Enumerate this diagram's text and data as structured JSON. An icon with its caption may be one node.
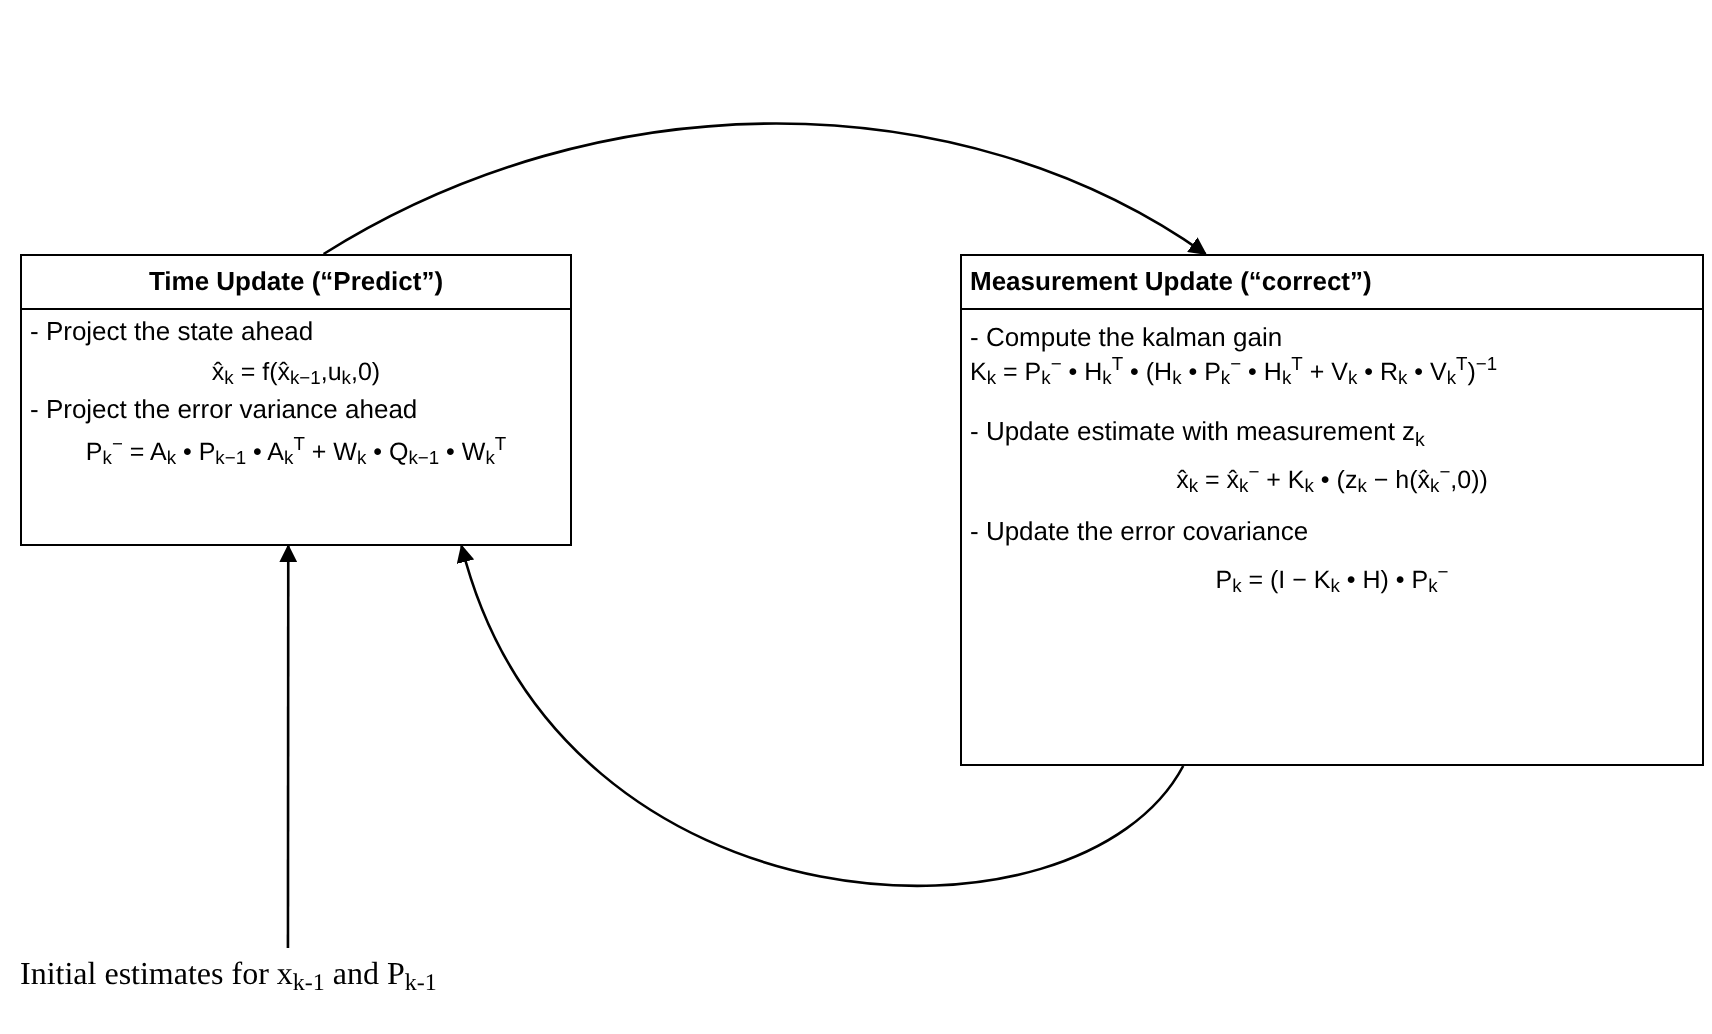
{
  "diagram": {
    "nodes": [
      {
        "text": [
          "Time Update (“Predict”)",
          "- Project the state ahead",
          "x̂$_{k}$ = f(x̂$_{k−1}$,u$_{k}$,0)",
          "- Project the error variance ahead",
          "P$_{k}$$^{−}$ = A$_{k}$ • P$_{k−1}$ • A$_{k}$$^{T}$ + W$_{k}$ • Q$_{k−1}$ • W$_{k}$$^{T}$"
        ]
      },
      {
        "text": [
          "Measurement Update (“correct”)",
          "- Compute the kalman gain",
          "K$_{k}$ = P$_{k}$$^{−}$ • H$_{k}$$^{T}$ • (H$_{k}$ • P$_{k}$$^{−}$ • H$_{k}$$^{T}$ + V$_{k}$ • R$_{k}$ • V$_{k}$$^{T}$)$^{−1}$",
          "- Update estimate with measurement z$_{k}$",
          "x̂$_{k}$ = x̂$_{k}$$^{−}$ + K$_{k}$ • (z$_{k}$ − h(x̂$_{k}$$^{−}$,0))",
          "- Update the error covariance",
          "P$_{k}$ = (I − K$_{k}$ • H) • P$_{k}$$^{−}$"
        ]
      },
      {
        "text": [
          "Initial estimates for x$_{k-1}$ and P$_{k-1}$"
        ]
      }
    ],
    "edges": [
      {
        "from": 0,
        "to": 1,
        "arrow": "to"
      },
      {
        "from": 1,
        "to": 0,
        "arrow": "to"
      },
      {
        "from": 2,
        "to": 0,
        "arrow": "to"
      }
    ]
  }
}
